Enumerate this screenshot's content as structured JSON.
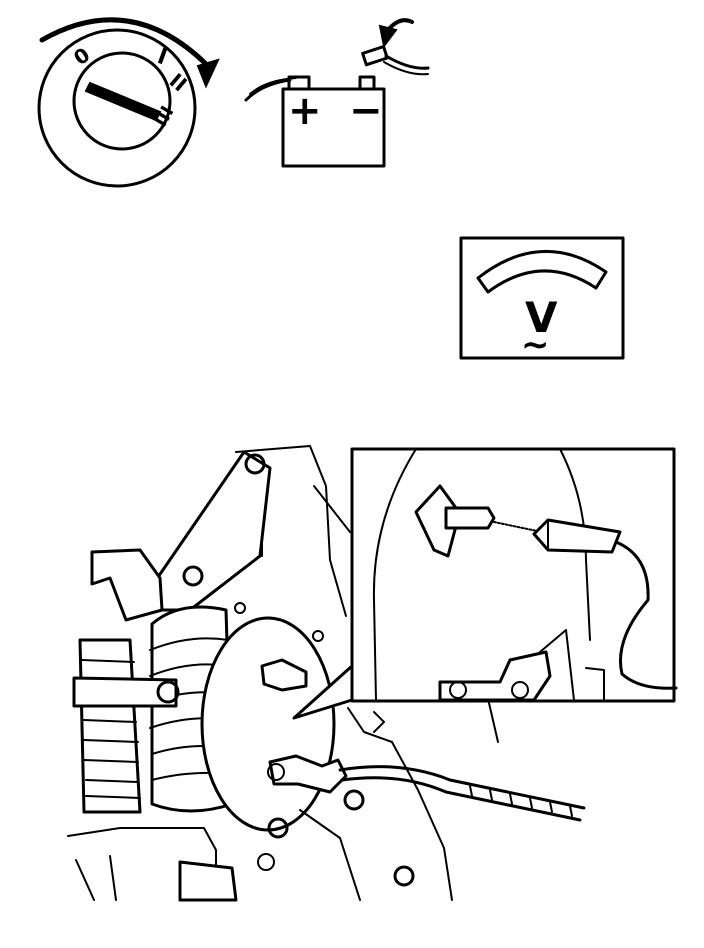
{
  "ignition_switch": {
    "icon": "ignition-key-switch-icon",
    "position_labels": [
      "0",
      "I",
      "II",
      "III"
    ]
  },
  "battery": {
    "icon": "battery-icon",
    "positive_terminal_label": "+",
    "negative_terminal_label": "−"
  },
  "voltmeter": {
    "icon": "ac-voltmeter-icon",
    "unit_symbol": "V",
    "ac_symbol": "∼"
  },
  "alternator_view": {
    "icon": "alternator-icon",
    "detail_inset": {
      "icon": "terminal-connector-icon"
    }
  }
}
